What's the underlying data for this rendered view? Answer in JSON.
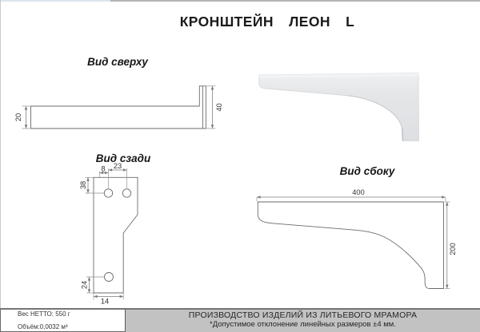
{
  "title": "КРОНШТЕЙН ЛЕОН L",
  "views": {
    "top": {
      "label": "Вид сверху",
      "dims": {
        "arm_width": "20",
        "plate_length": "40"
      }
    },
    "back": {
      "label": "Вид сзади",
      "dims": {
        "hole_edge_offset": "8",
        "hole_spacing": "23",
        "top_to_holes": "38",
        "bottom_hole_offset": "24",
        "bottom_width": "14"
      }
    },
    "side": {
      "label": "Вид сбоку",
      "dims": {
        "length": "400",
        "height": "200"
      }
    }
  },
  "footer": {
    "net_weight": "Вес НЕТТО: 550 г",
    "volume": "Объём:0,0032 м³",
    "production_title": "ПРОИЗВОДСТВО ИЗДЕЛИЙ ИЗ ЛИТЬЕВОГО МРАМОРА",
    "tolerance_note": "*Допустимое отклонение линейных размеров ±4 мм."
  },
  "colors": {
    "outline": "#6b6b6b",
    "dimension": "#7a7a7a",
    "dim_text": "#333333",
    "render_fill": "#e4e5e7",
    "footer_gray": "#c2c2c2"
  }
}
